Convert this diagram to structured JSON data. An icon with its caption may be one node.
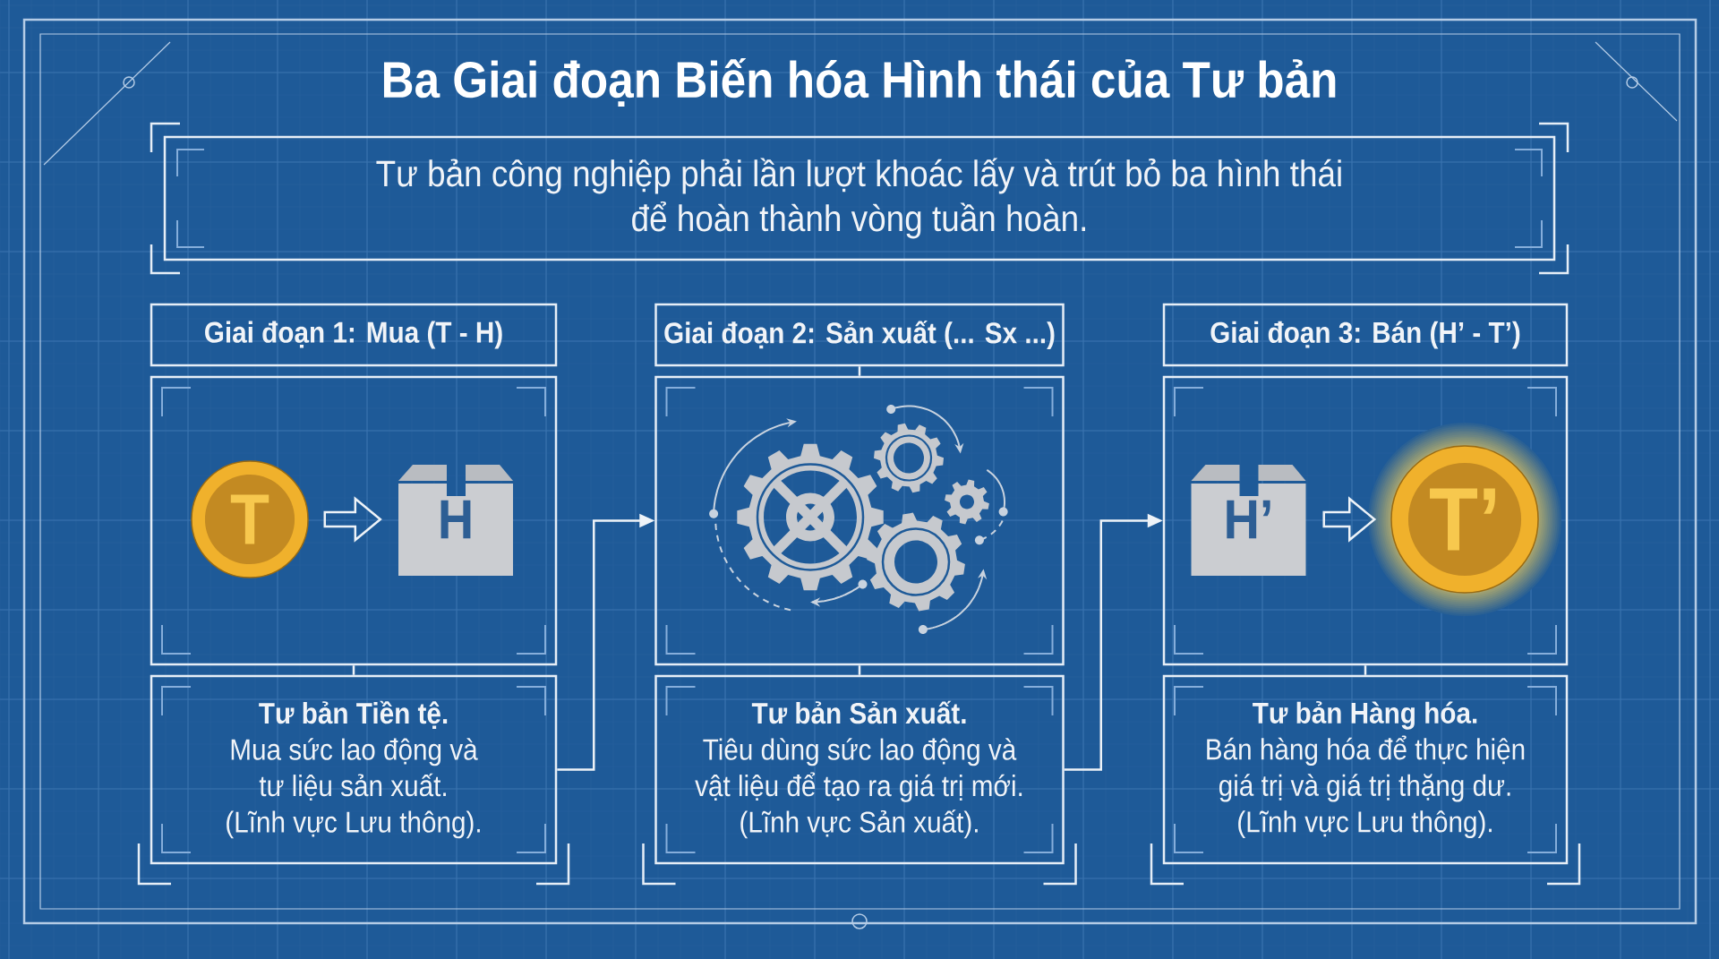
{
  "diagram": {
    "title": "Ba Giai đoạn Biến hóa Hình thái của Tư bản",
    "nodes": [
      {
        "text": [
          "Tư bản công nghiệp phải lần lượt khoác lấy và trút bỏ ba hình thái để hoàn thành vòng tuần hoàn."
        ]
      },
      {
        "text": [
          "Giai đoạn 1: Mua (T - H)"
        ]
      },
      {
        "text": [],
        "shape": "box"
      },
      {
        "text": [
          "T"
        ],
        "in": 2
      },
      {
        "text": [
          "H"
        ],
        "in": 2
      },
      {
        "text": [
          "Tư bản Tiền tệ.",
          "Mua sức lao động và tư liệu sản xuất.",
          "(Lĩnh vực Lưu thông)."
        ]
      },
      {
        "text": [
          "Giai đoạn 2: Sản xuất (... Sx ...)"
        ]
      },
      {
        "text": [],
        "shape": "box"
      },
      {
        "text": [
          "Tư bản Sản xuất.",
          "Tiêu dùng sức lao động và vật liệu để tạo ra giá trị mới.",
          "(Lĩnh vực Sản xuất)."
        ]
      },
      {
        "text": [
          "Giai đoạn 3: Bán (H’ - T’)"
        ]
      },
      {
        "text": [],
        "shape": "box"
      },
      {
        "text": [
          "H’"
        ],
        "in": 10
      },
      {
        "text": [
          "T’"
        ],
        "in": 10
      },
      {
        "text": [
          "Tư bản Hàng hóa.",
          "Bán hàng hóa để thực hiện giá trị và giá trị thặng dư.",
          "(Lĩnh vực Lưu thông)."
        ]
      }
    ],
    "edges": [
      {
        "from": 3,
        "to": 4,
        "arrow": "to",
        "style": "thick"
      },
      {
        "from": 2,
        "to": 5,
        "arrow": "none"
      },
      {
        "from": 5,
        "to": 7,
        "arrow": "to"
      },
      {
        "from": 6,
        "to": 7,
        "arrow": "none"
      },
      {
        "from": 7,
        "to": 8,
        "arrow": "none"
      },
      {
        "from": 8,
        "to": 10,
        "arrow": "to"
      },
      {
        "from": 11,
        "to": 12,
        "arrow": "to",
        "style": "thick"
      },
      {
        "from": 10,
        "to": 13,
        "arrow": "none"
      }
    ]
  }
}
